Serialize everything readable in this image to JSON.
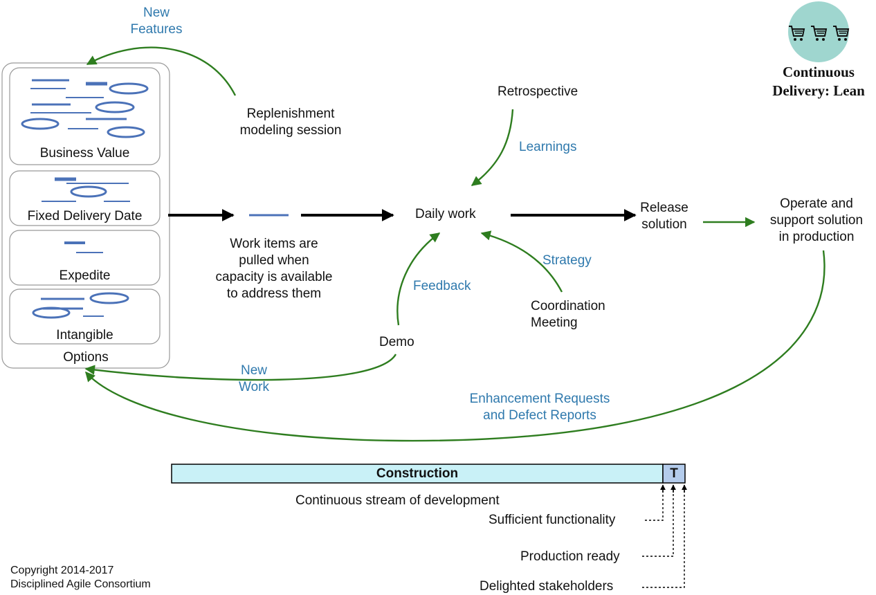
{
  "title": "Continuous Delivery: Lean",
  "title_lines": [
    "Continuous",
    "Delivery: Lean"
  ],
  "colors": {
    "flow_green": "#2e7d1f",
    "label_blue": "#2f79ad",
    "item_blue": "#4b72b8",
    "logo_circle": "#9fd6cf",
    "construction_fill": "#c9f1f7",
    "transition_fill": "#b4ccec"
  },
  "icons": [
    "shopping-cart-icon",
    "shopping-cart-icon",
    "shopping-cart-icon"
  ],
  "options_pool": {
    "label": "Options",
    "categories": [
      {
        "label": "Business Value"
      },
      {
        "label": "Fixed Delivery Date"
      },
      {
        "label": "Expedite"
      },
      {
        "label": "Intangible"
      }
    ]
  },
  "nodes": {
    "replenishment": [
      "Replenishment",
      "modeling session"
    ],
    "work_items": [
      "Work items are",
      "pulled when",
      "capacity is available",
      "to address them"
    ],
    "daily_work": "Daily work",
    "retrospective": "Retrospective",
    "release": [
      "Release",
      "solution"
    ],
    "operate": [
      "Operate and",
      "support solution",
      "in production"
    ],
    "coordination": [
      "Coordination",
      "Meeting"
    ],
    "demo": "Demo"
  },
  "flow_labels": {
    "new_features": [
      "New",
      "Features"
    ],
    "learnings": "Learnings",
    "strategy": "Strategy",
    "feedback": "Feedback",
    "new_work": [
      "New",
      "Work"
    ],
    "enhancements": [
      "Enhancement Requests",
      "and Defect Reports"
    ]
  },
  "lifecycle": {
    "construction": "Construction",
    "transition": "T",
    "stream": "Continuous stream of development",
    "milestones": [
      "Sufficient functionality",
      "Production ready",
      "Delighted stakeholders"
    ]
  },
  "copyright": [
    "Copyright 2014-2017",
    "Disciplined Agile Consortium"
  ]
}
